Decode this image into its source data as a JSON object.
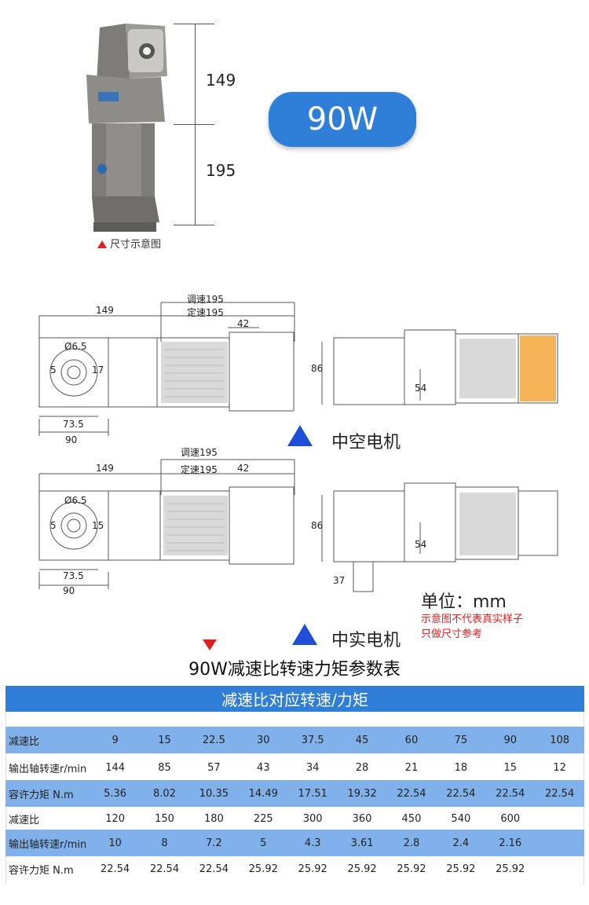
{
  "top": {
    "dim_top": "149",
    "dim_bottom": "195",
    "power_badge": "90W",
    "caption": "尺寸示意图"
  },
  "drawing1": {
    "dim_149": "149",
    "label_tiaosu": "调速195",
    "label_dingsu": "定速195",
    "dim_42": "42",
    "dim_phi": "Ø6.5",
    "dim_5": "5",
    "dim_17": "17",
    "dim_735": "73.5",
    "dim_90": "90",
    "side_86": "86",
    "side_54": "54",
    "title": "中空电机"
  },
  "drawing2": {
    "dim_149": "149",
    "label_tiaosu": "调速195",
    "label_dingsu": "定速195",
    "dim_42": "42",
    "dim_phi": "Ø6.5",
    "dim_5": "5",
    "dim_15": "15",
    "dim_735": "73.5",
    "dim_90": "90",
    "side_86": "86",
    "side_54": "54",
    "side_37": "37",
    "title": "中实电机"
  },
  "unit_label": "单位：mm",
  "notes": [
    "示意图不代表真实样子",
    "只做尺寸参考"
  ],
  "table": {
    "title": "90W减速比转速力矩参数表",
    "header": "减速比对应转速/力矩",
    "rows": [
      {
        "label": "减速比",
        "values": [
          "9",
          "15",
          "22.5",
          "30",
          "37.5",
          "45",
          "60",
          "75",
          "90",
          "108"
        ]
      },
      {
        "label": "输出轴转速r/min",
        "values": [
          "144",
          "85",
          "57",
          "43",
          "34",
          "28",
          "21",
          "18",
          "15",
          "12"
        ]
      },
      {
        "label": "容许力矩 N.m",
        "values": [
          "5.36",
          "8.02",
          "10.35",
          "14.49",
          "17.51",
          "19.32",
          "22.54",
          "22.54",
          "22.54",
          "22.54"
        ]
      },
      {
        "label": "减速比",
        "values": [
          "120",
          "150",
          "180",
          "225",
          "300",
          "360",
          "450",
          "540",
          "600",
          ""
        ]
      },
      {
        "label": "输出轴转速r/min",
        "values": [
          "10",
          "8",
          "7.2",
          "5",
          "4.3",
          "3.61",
          "2.8",
          "2.4",
          "2.16",
          ""
        ]
      },
      {
        "label": "容许力矩 N.m",
        "values": [
          "22.54",
          "22.54",
          "22.54",
          "25.92",
          "25.92",
          "25.92",
          "25.92",
          "25.92",
          "25.92",
          ""
        ]
      }
    ]
  },
  "colors": {
    "accent": "#2f7ed8",
    "row_alt": "#80b1ea",
    "red": "#e02020",
    "triangle": "#1f4fd6"
  }
}
